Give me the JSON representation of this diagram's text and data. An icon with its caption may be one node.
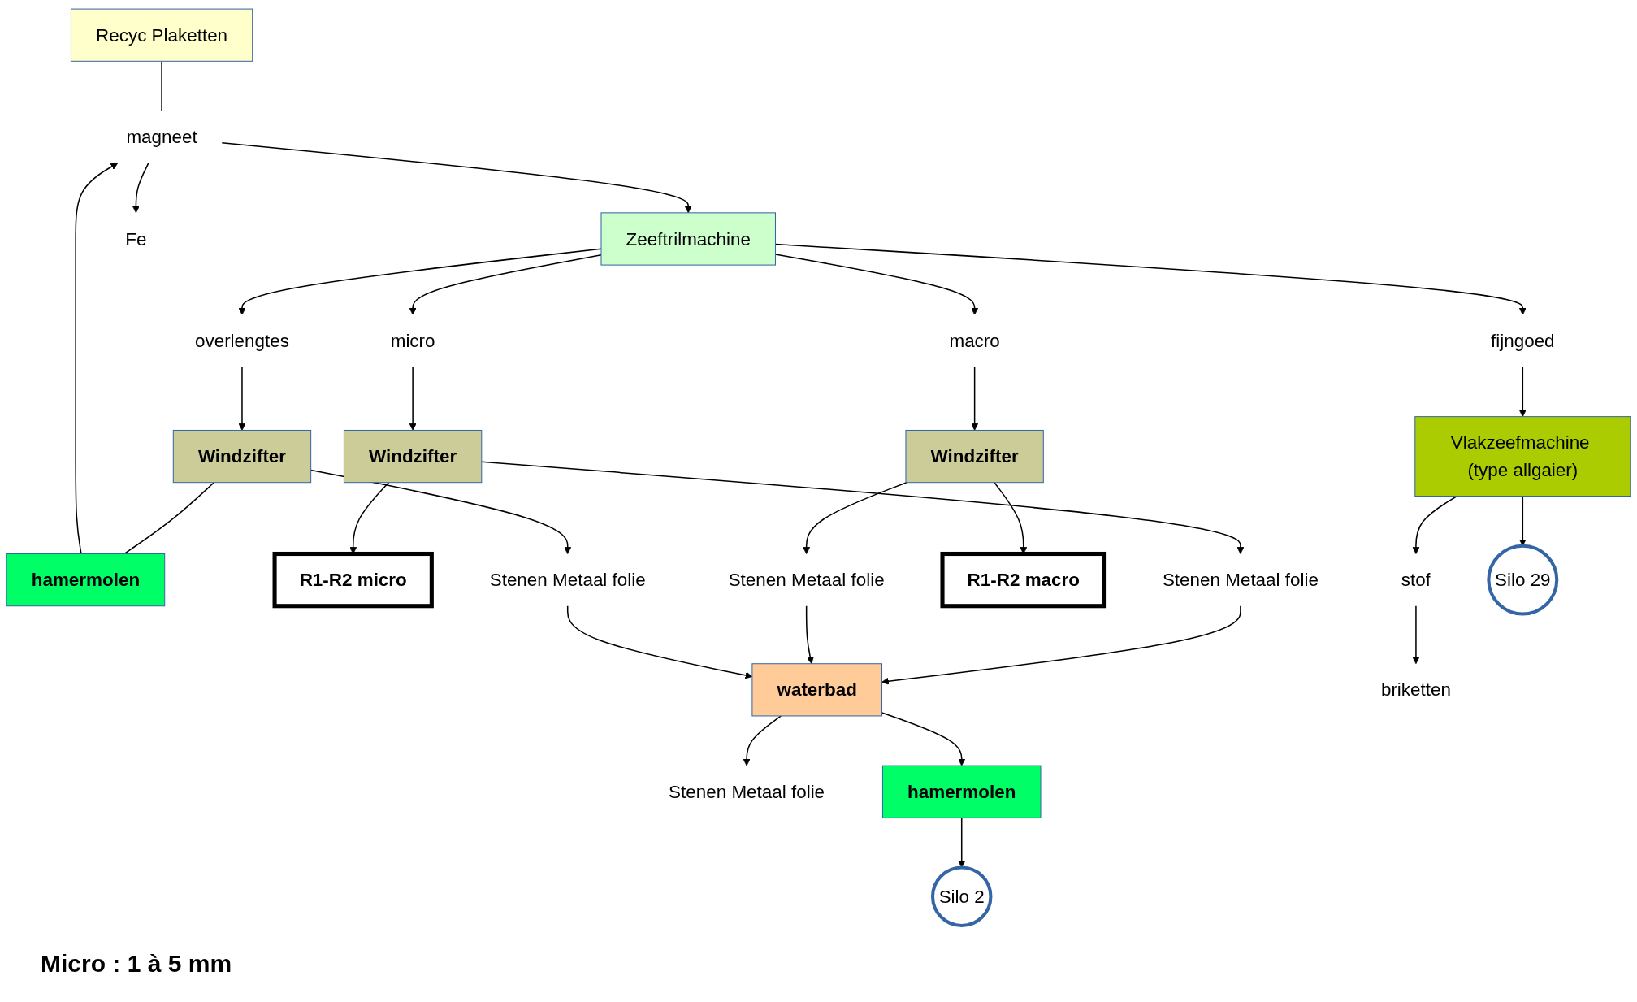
{
  "diagram": {
    "nodes": [
      {
        "text": [
          "Recyc Plaketten"
        ]
      },
      {
        "text": [
          "magneet"
        ]
      },
      {
        "text": [
          "Zeeftrilmachine"
        ]
      },
      {
        "text": [
          "overlengtes"
        ]
      },
      {
        "text": [
          "hamermolen"
        ]
      },
      {
        "text": [
          "Fe"
        ]
      },
      {
        "text": [
          "fijngoed"
        ]
      },
      {
        "text": [
          "micro"
        ]
      },
      {
        "text": [
          "macro"
        ]
      },
      {
        "text": [
          "Windzifter"
        ]
      },
      {
        "text": [
          "Vlakzeefmachine (type allgaier)"
        ]
      },
      {
        "text": [
          "Windzifter"
        ]
      },
      {
        "text": [
          "Windzifter"
        ]
      },
      {
        "text": [
          "R1-R2 micro"
        ]
      },
      {
        "text": [
          "Stenen Metaal folie"
        ]
      },
      {
        "text": [
          "Stenen Metaal folie"
        ]
      },
      {
        "text": [
          "R1-R2 macro"
        ]
      },
      {
        "text": [
          "Stenen Metaal folie"
        ]
      },
      {
        "text": [
          "stof"
        ]
      },
      {
        "text": [
          "Silo 29"
        ]
      },
      {
        "text": [
          "waterbad"
        ]
      },
      {
        "text": [
          "briketten"
        ]
      },
      {
        "text": [
          "Stenen Metaal folie"
        ]
      },
      {
        "text": [
          "hamermolen"
        ]
      },
      {
        "text": [
          "Silo 2"
        ]
      }
    ],
    "edges": [
      {
        "from": 0,
        "to": 1,
        "arrow": "none"
      },
      {
        "from": 1,
        "to": 2,
        "arrow": "to"
      },
      {
        "from": 1,
        "to": 5,
        "arrow": "to"
      },
      {
        "from": 2,
        "to": 3,
        "arrow": "to"
      },
      {
        "from": 2,
        "to": 6,
        "arrow": "to"
      },
      {
        "from": 2,
        "to": 7,
        "arrow": "to"
      },
      {
        "from": 2,
        "to": 8,
        "arrow": "to"
      },
      {
        "from": 3,
        "to": 9,
        "arrow": "to"
      },
      {
        "from": 9,
        "to": 4,
        "arrow": "none"
      },
      {
        "from": 4,
        "to": 1,
        "arrow": "to"
      },
      {
        "from": 9,
        "to": 17,
        "arrow": "to"
      },
      {
        "from": 6,
        "to": 10,
        "arrow": "to"
      },
      {
        "from": 7,
        "to": 11,
        "arrow": "to"
      },
      {
        "from": 8,
        "to": 12,
        "arrow": "to"
      },
      {
        "from": 11,
        "to": 13,
        "arrow": "to"
      },
      {
        "from": 11,
        "to": 14,
        "arrow": "to"
      },
      {
        "from": 12,
        "to": 15,
        "arrow": "to"
      },
      {
        "from": 12,
        "to": 16,
        "arrow": "to"
      },
      {
        "from": 14,
        "to": 20,
        "arrow": "to"
      },
      {
        "from": 15,
        "to": 20,
        "arrow": "to"
      },
      {
        "from": 17,
        "to": 20,
        "arrow": "to"
      },
      {
        "from": 10,
        "to": 18,
        "arrow": "to"
      },
      {
        "from": 10,
        "to": 19,
        "arrow": "to"
      },
      {
        "from": 18,
        "to": 21,
        "arrow": "to"
      },
      {
        "from": 20,
        "to": 22,
        "arrow": "to"
      },
      {
        "from": 20,
        "to": 23,
        "arrow": "to"
      },
      {
        "from": 23,
        "to": 24,
        "arrow": "to"
      }
    ],
    "labels": [
      "Micro : 1 à 5 mm"
    ]
  }
}
